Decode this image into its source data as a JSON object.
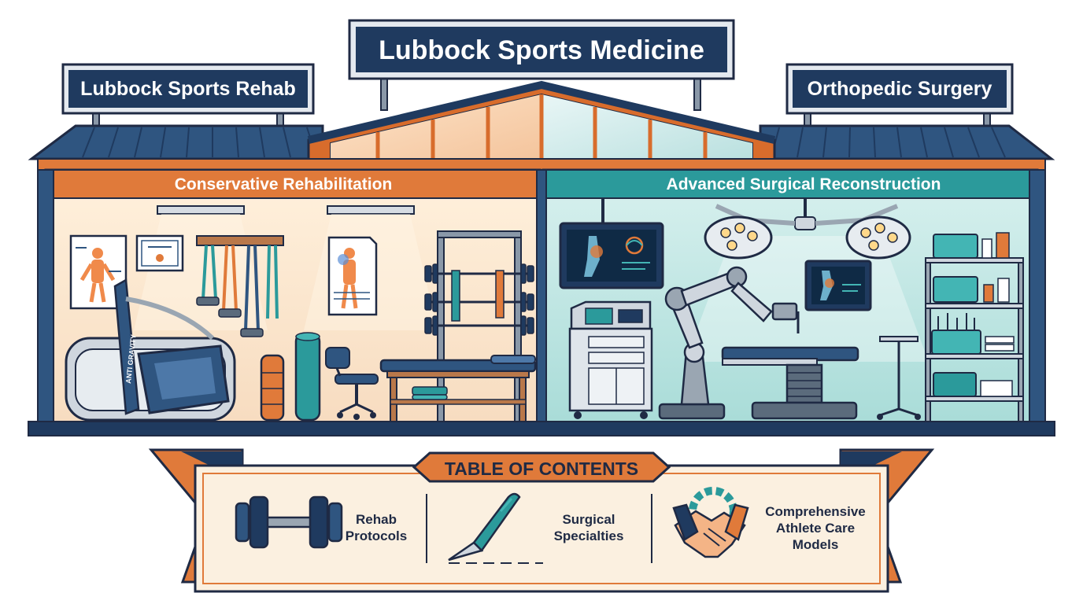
{
  "signs": {
    "main": "Lubbock Sports Medicine",
    "left": "Lubbock Sports Rehab",
    "right": "Orthopedic Surgery"
  },
  "sections": {
    "rehab": "Conservative Rehabilitation",
    "surgery": "Advanced Surgical Reconstruction"
  },
  "equipment": {
    "treadmill_brand": "ANTI GRAVITY"
  },
  "toc": {
    "title": "TABLE OF CONTENTS",
    "items": [
      {
        "line1": "Rehab",
        "line2": "Protocols",
        "line3": "",
        "icon": "dumbbell-icon"
      },
      {
        "line1": "Surgical",
        "line2": "Specialties",
        "line3": "",
        "icon": "scalpel-icon"
      },
      {
        "line1": "Comprehensive",
        "line2": "Athlete Care",
        "line3": "Models",
        "icon": "handshake-gear-icon"
      }
    ]
  },
  "colors": {
    "navy": "#1f3a5f",
    "dark_navy": "#1f2a44",
    "orange": "#e07a3a",
    "teal": "#2b9a9b",
    "cream": "#fbf0e0"
  }
}
